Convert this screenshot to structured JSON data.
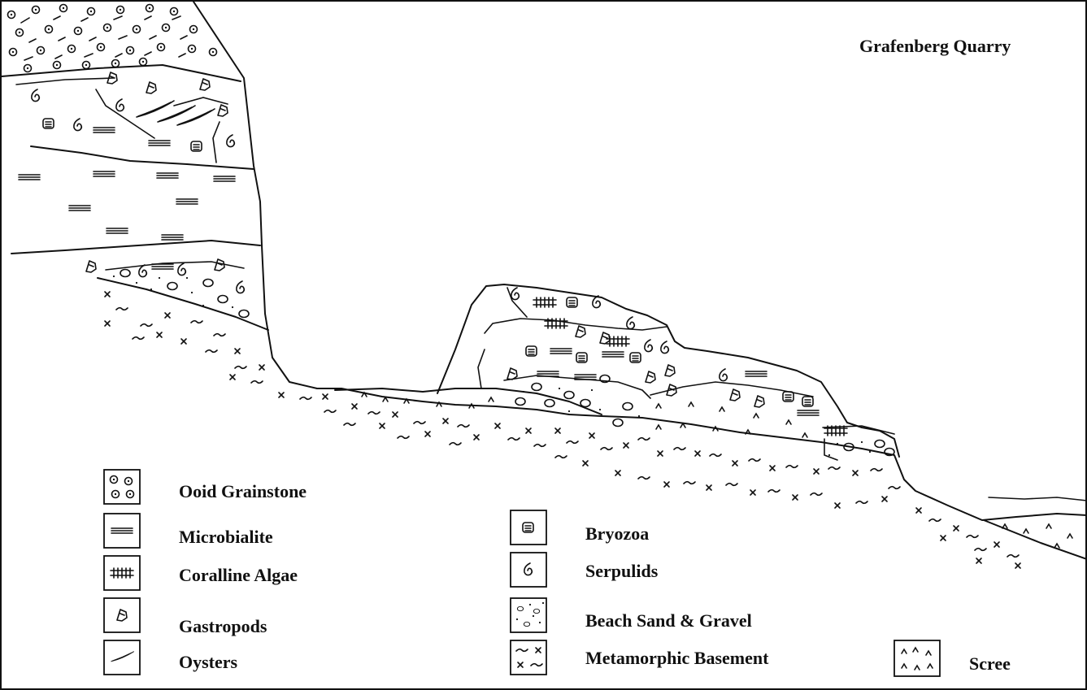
{
  "title": "Grafenberg Quarry",
  "legend": {
    "left": [
      {
        "label": "Ooid Grainstone",
        "symbol": "ooid"
      },
      {
        "label": "Microbialite",
        "symbol": "microbialite"
      },
      {
        "label": "Coralline Algae",
        "symbol": "coralline"
      },
      {
        "label": "Gastropods",
        "symbol": "gastropod"
      },
      {
        "label": "Oysters",
        "symbol": "oyster"
      }
    ],
    "middle": [
      {
        "label": "Bryozoa",
        "symbol": "bryozoa"
      },
      {
        "label": "Serpulids",
        "symbol": "serpulid"
      },
      {
        "label": "Beach Sand & Gravel",
        "symbol": "sand"
      },
      {
        "label": "Metamorphic Basement",
        "symbol": "basement"
      }
    ],
    "right": [
      {
        "label": "Scree",
        "symbol": "scree"
      }
    ]
  }
}
